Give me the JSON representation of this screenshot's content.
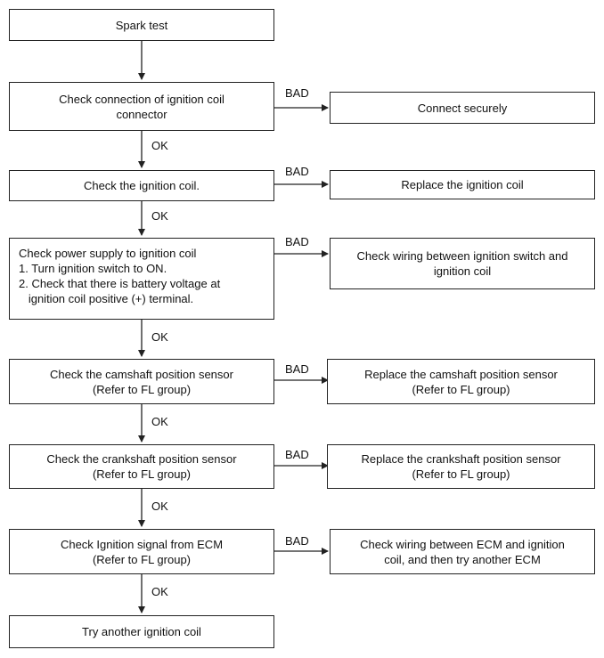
{
  "flow": {
    "start": "Spark test",
    "steps": [
      {
        "text": [
          "Check connection of ignition coil",
          "connector"
        ],
        "bad": [
          "Connect securely"
        ]
      },
      {
        "text": [
          "Check the ignition coil."
        ],
        "bad": [
          "Replace the ignition coil"
        ]
      },
      {
        "text": [
          "Check power supply to ignition coil",
          "1. Turn ignition switch to ON.",
          "2. Check that there is battery voltage at",
          "   ignition coil positive (+) terminal."
        ],
        "bad": [
          "Check wiring between ignition switch and",
          "ignition coil"
        ]
      },
      {
        "text": [
          "Check the camshaft position sensor",
          "(Refer to FL group)"
        ],
        "bad": [
          "Replace the camshaft position sensor",
          "(Refer to FL group)"
        ]
      },
      {
        "text": [
          "Check the crankshaft position sensor",
          "(Refer to FL group)"
        ],
        "bad": [
          "Replace the crankshaft position sensor",
          "(Refer to FL group)"
        ]
      },
      {
        "text": [
          "Check Ignition signal from ECM",
          "(Refer to FL group)"
        ],
        "bad": [
          "Check wiring between ECM and ignition",
          "coil, and then try another ECM"
        ]
      }
    ],
    "end": "Try another ignition coil",
    "ok_label": "OK",
    "bad_label": "BAD"
  }
}
